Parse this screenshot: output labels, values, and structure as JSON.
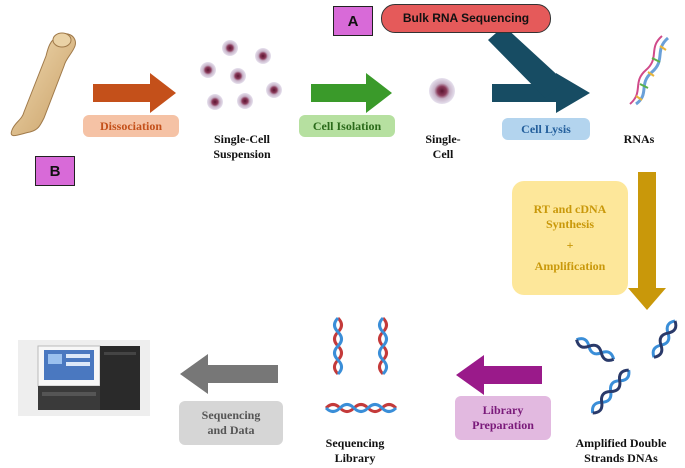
{
  "tags": {
    "a": "A",
    "b": "B"
  },
  "header": {
    "bulk_label": "Bulk RNA Sequencing"
  },
  "steps": {
    "dissociation": "Dissociation",
    "cell_isolation": "Cell Isolation",
    "cell_lysis": "Cell Lysis",
    "rt_line1": "RT and cDNA",
    "rt_line2": "Synthesis",
    "rt_plus": "+",
    "rt_line3": "Amplification",
    "library_line1": "Library",
    "library_line2": "Preparation",
    "seqdata_line1": "Sequencing",
    "seqdata_line2": "and Data"
  },
  "captions": {
    "suspension_line1": "Single-Cell",
    "suspension_line2": "Suspension",
    "single_line1": "Single-",
    "single_line2": "Cell",
    "rnas": "RNAs",
    "amplified_line1": "Amplified Double",
    "amplified_line2": "Strands DNAs",
    "seqlib_line1": "Sequencing",
    "seqlib_line2": "Library"
  },
  "colors": {
    "orange_arrow": "#c4501a",
    "green_arrow": "#3a9a2a",
    "navy_arrow": "#174c63",
    "gold_arrow": "#c9980a",
    "purple_arrow": "#9a1a8a",
    "gray_arrow": "#777777",
    "dissociation_bg": "#f5c2a5",
    "isolation_bg": "#b6e0a0",
    "lysis_bg": "#b3d4ee",
    "rt_bg": "#fde79a",
    "library_bg": "#e2b9e0",
    "seqdata_bg": "#d6d6d6",
    "bulk_bg": "#e55a5a"
  }
}
